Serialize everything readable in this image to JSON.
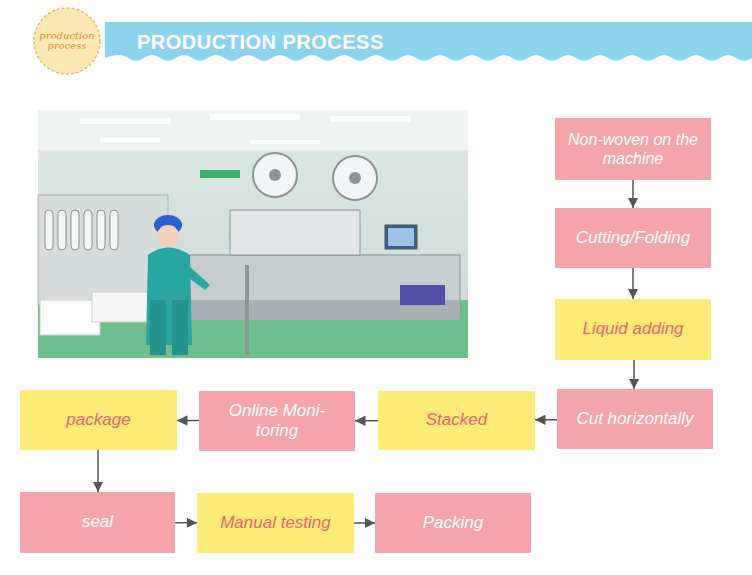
{
  "diagram": {
    "title": "PRODUCTION PROCESS",
    "nodes": [
      {
        "text": [
          "production process"
        ]
      },
      {
        "text": [
          "Non-woven on the machine"
        ]
      },
      {
        "text": [
          "Cutting/Folding"
        ]
      },
      {
        "text": [
          "Liquid adding"
        ]
      },
      {
        "text": [
          "Cut horizontally"
        ]
      },
      {
        "text": [
          "Stacked"
        ]
      },
      {
        "text": [
          "Online Moni- toring"
        ]
      },
      {
        "text": [
          "package"
        ]
      },
      {
        "text": [
          "seal"
        ]
      },
      {
        "text": [
          "Manual testing"
        ]
      },
      {
        "text": [
          "Packing"
        ]
      }
    ],
    "edges": [
      {
        "from": 1,
        "to": 2,
        "arrow": "to"
      },
      {
        "from": 2,
        "to": 3,
        "arrow": "to"
      },
      {
        "from": 3,
        "to": 4,
        "arrow": "to"
      },
      {
        "from": 4,
        "to": 5,
        "arrow": "to"
      },
      {
        "from": 5,
        "to": 6,
        "arrow": "to"
      },
      {
        "from": 6,
        "to": 7,
        "arrow": "to"
      },
      {
        "from": 7,
        "to": 8,
        "arrow": "to"
      },
      {
        "from": 8,
        "to": 9,
        "arrow": "to"
      },
      {
        "from": 9,
        "to": 10,
        "arrow": "to"
      }
    ]
  }
}
